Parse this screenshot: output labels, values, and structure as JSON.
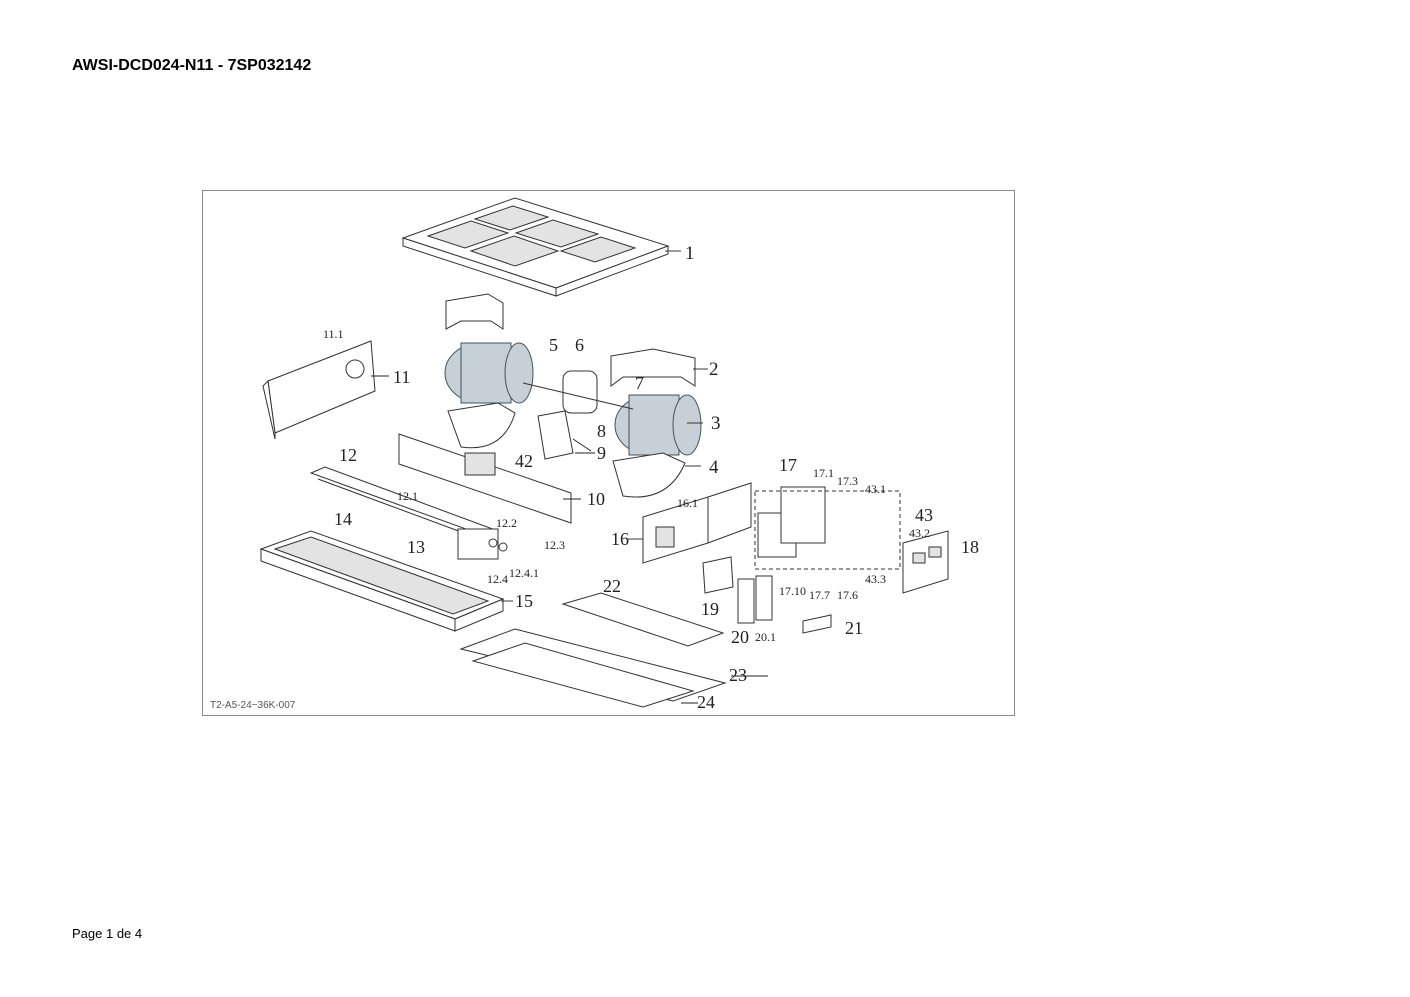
{
  "document": {
    "title": "AWSI-DCD024-N11 - 7SP032142",
    "footer": "Page 1 de 4"
  },
  "figure": {
    "code": "T2-A5-24~36K-007",
    "callouts": [
      {
        "id": "1",
        "label": "1"
      },
      {
        "id": "2",
        "label": "2"
      },
      {
        "id": "3",
        "label": "3"
      },
      {
        "id": "4",
        "label": "4"
      },
      {
        "id": "5",
        "label": "5"
      },
      {
        "id": "6",
        "label": "6"
      },
      {
        "id": "7",
        "label": "7"
      },
      {
        "id": "8",
        "label": "8"
      },
      {
        "id": "9",
        "label": "9"
      },
      {
        "id": "10",
        "label": "10"
      },
      {
        "id": "11",
        "label": "11"
      },
      {
        "id": "11.1",
        "label": "11.1"
      },
      {
        "id": "12",
        "label": "12"
      },
      {
        "id": "12.1",
        "label": "12.1"
      },
      {
        "id": "12.2",
        "label": "12.2"
      },
      {
        "id": "12.3",
        "label": "12.3"
      },
      {
        "id": "12.4",
        "label": "12.4"
      },
      {
        "id": "12.4.1",
        "label": "12.4.1"
      },
      {
        "id": "13",
        "label": "13"
      },
      {
        "id": "14",
        "label": "14"
      },
      {
        "id": "15",
        "label": "15"
      },
      {
        "id": "16",
        "label": "16"
      },
      {
        "id": "16.1",
        "label": "16.1"
      },
      {
        "id": "17",
        "label": "17"
      },
      {
        "id": "17.1",
        "label": "17.1"
      },
      {
        "id": "17.3",
        "label": "17.3"
      },
      {
        "id": "17.6",
        "label": "17.6"
      },
      {
        "id": "17.7",
        "label": "17.7"
      },
      {
        "id": "17.10",
        "label": "17.10"
      },
      {
        "id": "18",
        "label": "18"
      },
      {
        "id": "19",
        "label": "19"
      },
      {
        "id": "20",
        "label": "20"
      },
      {
        "id": "20.1",
        "label": "20.1"
      },
      {
        "id": "21",
        "label": "21"
      },
      {
        "id": "22",
        "label": "22"
      },
      {
        "id": "23",
        "label": "23"
      },
      {
        "id": "24",
        "label": "24"
      },
      {
        "id": "42",
        "label": "42"
      },
      {
        "id": "43",
        "label": "43"
      },
      {
        "id": "43.1",
        "label": "43.1"
      },
      {
        "id": "43.2",
        "label": "43.2"
      },
      {
        "id": "43.3",
        "label": "43.3"
      }
    ]
  }
}
